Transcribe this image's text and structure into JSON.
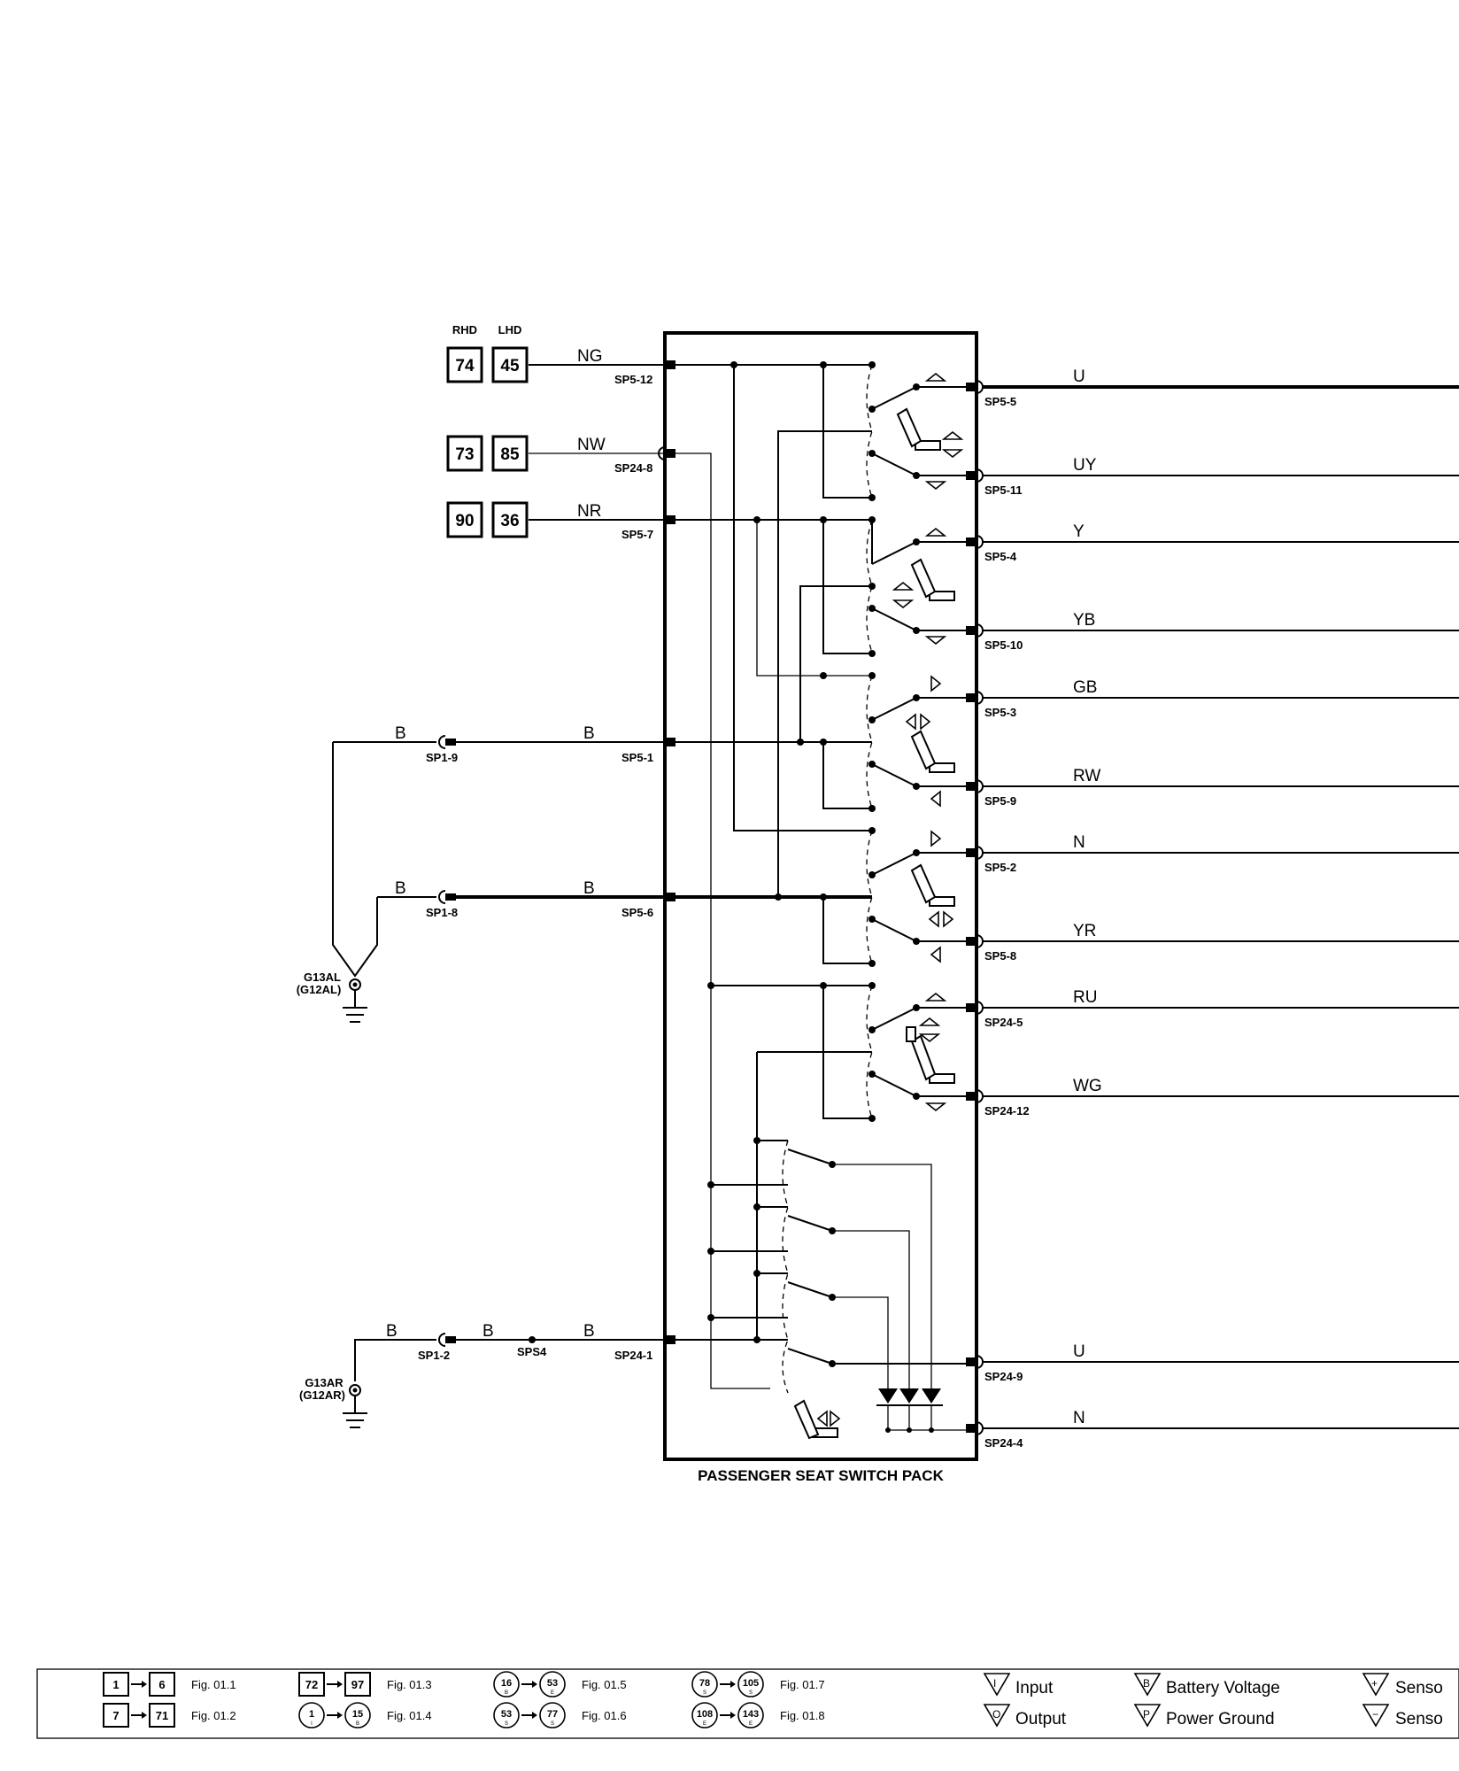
{
  "drive_headers": [
    "RHD",
    "LHD"
  ],
  "fig_refs": [
    {
      "rhd": "74",
      "lhd": "45",
      "wire": "NG",
      "pin": "SP5-12"
    },
    {
      "rhd": "73",
      "lhd": "85",
      "wire": "NW",
      "pin": "SP24-8"
    },
    {
      "rhd": "90",
      "lhd": "36",
      "wire": "NR",
      "pin": "SP5-7"
    }
  ],
  "ground_left": {
    "upper": {
      "wire": "B",
      "connector": "SP1-9",
      "wire2": "B",
      "pin": "SP5-1"
    },
    "lower": {
      "wire": "B",
      "connector": "SP1-8",
      "wire2": "B",
      "pin": "SP5-6"
    },
    "ground_label": [
      "G13AL",
      "(G12AL)"
    ]
  },
  "ground_bottom": {
    "wire1": "B",
    "connector": "SP1-2",
    "wire2": "B",
    "splice": "SPS4",
    "wire3": "B",
    "pin": "SP24-1",
    "ground_label": [
      "G13AR",
      "(G12AR)"
    ]
  },
  "outputs": [
    {
      "wire": "U",
      "pin": "SP5-5"
    },
    {
      "wire": "UY",
      "pin": "SP5-11"
    },
    {
      "wire": "Y",
      "pin": "SP5-4"
    },
    {
      "wire": "YB",
      "pin": "SP5-10"
    },
    {
      "wire": "GB",
      "pin": "SP5-3"
    },
    {
      "wire": "RW",
      "pin": "SP5-9"
    },
    {
      "wire": "N",
      "pin": "SP5-2"
    },
    {
      "wire": "YR",
      "pin": "SP5-8"
    },
    {
      "wire": "RU",
      "pin": "SP24-5"
    },
    {
      "wire": "WG",
      "pin": "SP24-12"
    },
    {
      "wire": "U",
      "pin": "SP24-9"
    },
    {
      "wire": "N",
      "pin": "SP24-4"
    }
  ],
  "component_label": "PASSENGER SEAT SWITCH PACK",
  "legend": {
    "rows": [
      [
        {
          "a": "1",
          "b": "6",
          "fig": "Fig. 01.1"
        },
        {
          "a": "72",
          "b": "97",
          "fig": "Fig. 01.3"
        },
        {
          "a": "16",
          "as": "B",
          "b": "53",
          "bs": "E",
          "fig": "Fig. 01.5"
        },
        {
          "a": "78",
          "as": "S",
          "b": "105",
          "bs": "S",
          "fig": "Fig. 01.7"
        }
      ],
      [
        {
          "a": "7",
          "b": "71",
          "fig": "Fig. 01.2"
        },
        {
          "a": "1",
          "as": "I",
          "b": "15",
          "bs": "B",
          "fig": "Fig. 01.4"
        },
        {
          "a": "53",
          "as": "S",
          "b": "77",
          "bs": "S",
          "fig": "Fig. 01.6"
        },
        {
          "a": "108",
          "as": "E",
          "b": "143",
          "bs": "E",
          "fig": "Fig. 01.8"
        }
      ]
    ],
    "symbols": [
      {
        "glyph": "I",
        "label": "Input"
      },
      {
        "glyph": "O",
        "label": "Output"
      },
      {
        "glyph": "B",
        "label": "Battery Voltage"
      },
      {
        "glyph": "P",
        "label": "Power Ground"
      },
      {
        "glyph": "+",
        "label": "Senso"
      },
      {
        "glyph": "−",
        "label": "Senso"
      }
    ]
  }
}
